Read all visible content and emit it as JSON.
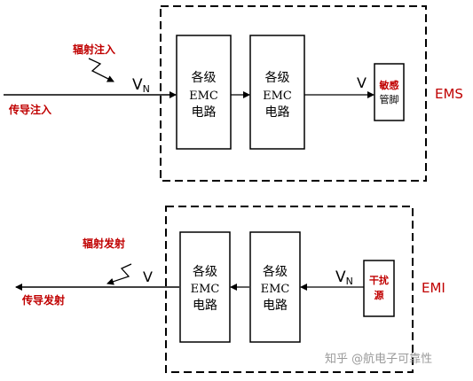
{
  "ems": {
    "label": "EMS",
    "radiated_injection": "辐射注入",
    "conducted_injection": "传导注入",
    "input_voltage_main": "V",
    "input_voltage_sub": "N",
    "output_voltage": "V",
    "block1": {
      "line1": "各级",
      "line2": "EMC",
      "line3": "电路"
    },
    "block2": {
      "line1": "各级",
      "line2": "EMC",
      "line3": "电路"
    },
    "sensitive_pin": {
      "line1": "敏感",
      "line2": "管脚"
    }
  },
  "emi": {
    "label": "EMI",
    "radiated_emission": "辐射发射",
    "conducted_emission": "传导发射",
    "output_voltage": "V",
    "input_voltage_main": "V",
    "input_voltage_sub": "N",
    "block1": {
      "line1": "各级",
      "line2": "EMC",
      "line3": "电路"
    },
    "block2": {
      "line1": "各级",
      "line2": "EMC",
      "line3": "电路"
    },
    "interference_source": {
      "line1": "干扰",
      "line2": "源"
    }
  },
  "watermark": "知乎 @航电子可靠性",
  "colors": {
    "accent": "#c00000",
    "line": "#000000",
    "watermark": "#9a9a9a"
  }
}
